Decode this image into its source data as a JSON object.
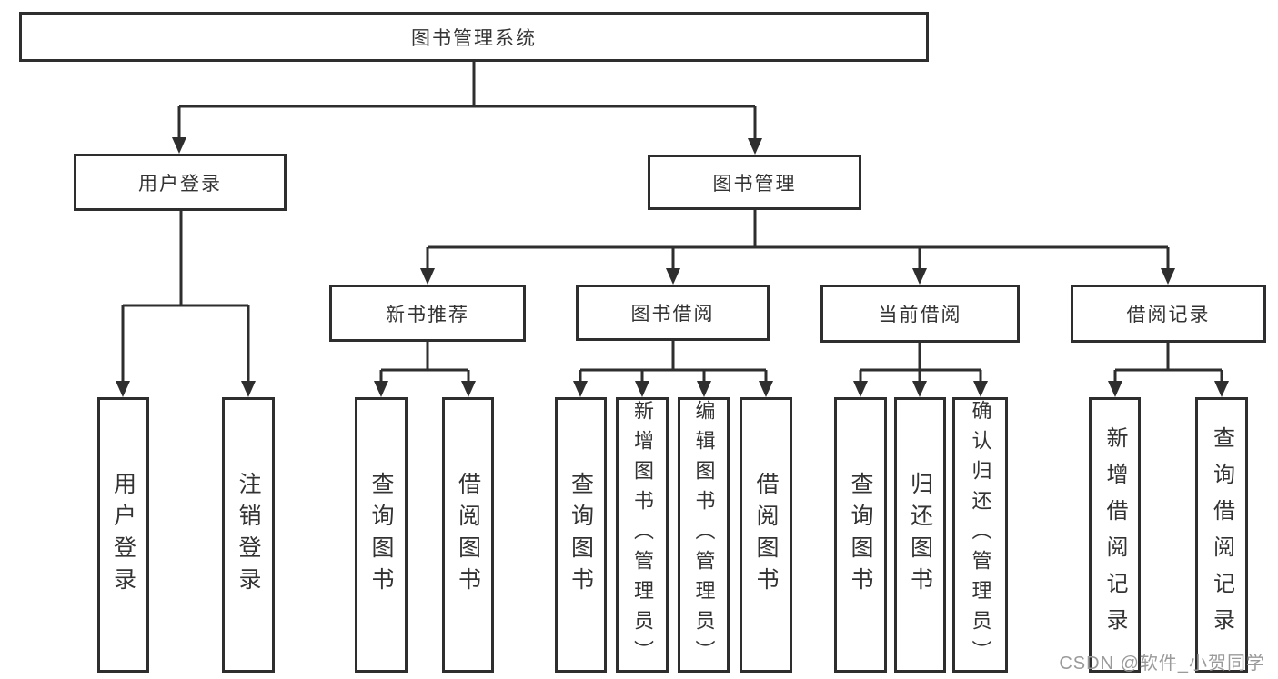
{
  "diagram": {
    "root": {
      "label": "图书管理系统"
    },
    "level2": [
      {
        "label": "用户登录"
      },
      {
        "label": "图书管理"
      }
    ],
    "level3": [
      {
        "label": "新书推荐"
      },
      {
        "label": "图书借阅"
      },
      {
        "label": "当前借阅"
      },
      {
        "label": "借阅记录"
      }
    ],
    "leaves": {
      "user": [
        "用户登录",
        "注销登录"
      ],
      "newbook": [
        "查询图书",
        "借阅图书"
      ],
      "borrow": [
        "查询图书",
        "新增图书（管理员）",
        "编辑图书（管理员）",
        "借阅图书"
      ],
      "current": [
        "查询图书",
        "归还图书",
        "确认归还（管理员）"
      ],
      "records": [
        "新增借阅记录",
        "查询借阅记录"
      ]
    }
  },
  "watermark": {
    "text": "CSDN @软件_小贺同学"
  },
  "colors": {
    "line": "#2e2e2e",
    "text": "#333333",
    "watermark_text": "#9a9a9a",
    "background": "#ffffff"
  }
}
